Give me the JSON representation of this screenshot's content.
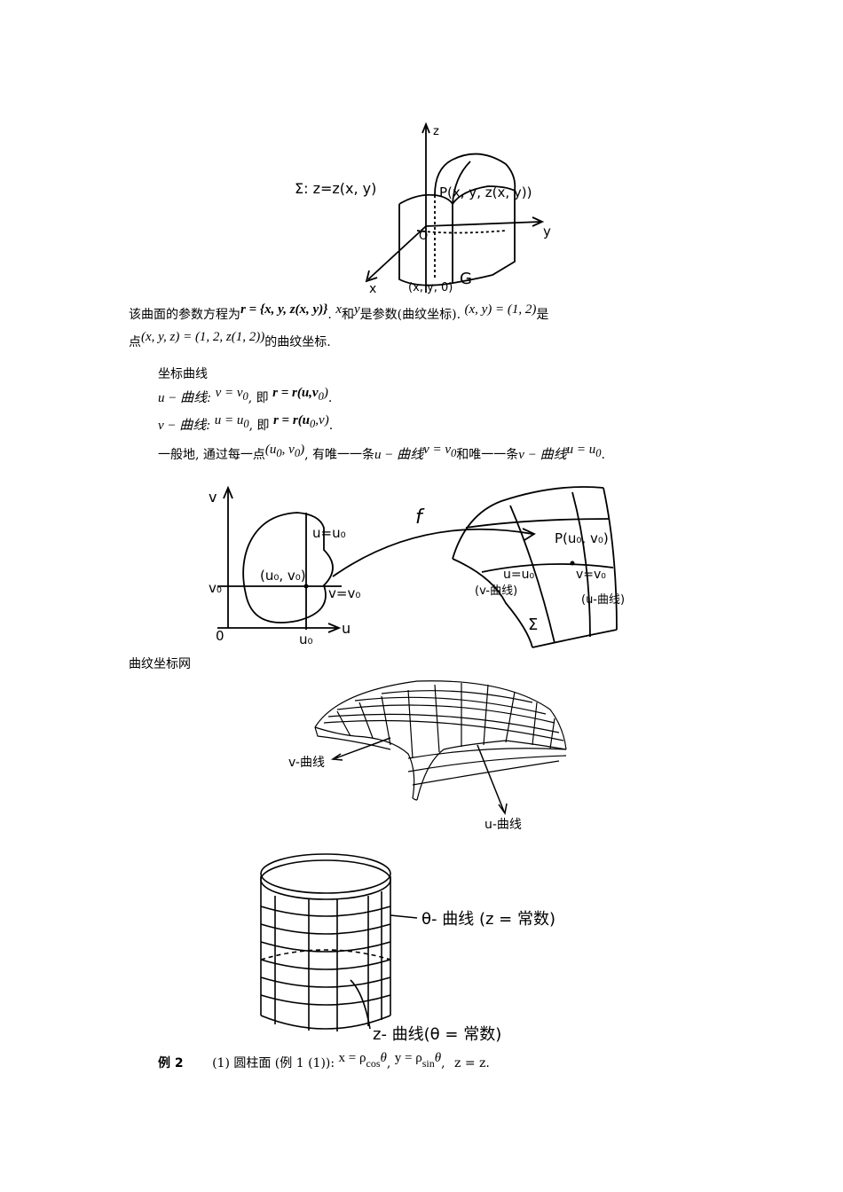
{
  "fig1": {
    "surface_label": "Σ:  z=z(x, y)",
    "point_label": "P(x, y, z(x, y))",
    "region_label": "G",
    "axis_z": "z",
    "axis_y": "y",
    "axis_x": "x",
    "origin": "O",
    "base_point": "(x, y, 0)"
  },
  "para1": {
    "line1_a": "该曲面的参数方程为",
    "line1_r": "r = {x, y, z(x, y)}",
    "line1_b": ".",
    "line1_x": "x",
    "line1_c": "和",
    "line1_y": "y",
    "line1_d": "是参数(曲纹坐标).",
    "line1_e": "(x, y) = (1, 2)",
    "line1_f": "是",
    "line2_a": "点",
    "line2_b": "(x, y, z) = (1, 2, z(1, 2))",
    "line2_c": "的曲纹坐标."
  },
  "coord": {
    "heading": "坐标曲线",
    "u_line_a": "u − 曲线:",
    "u_line_b": "v = v",
    "u_line_b_sub": "0",
    "u_line_c": ", 即",
    "u_line_d": "r = r(u,v",
    "u_line_d_sub": "0",
    "u_line_d_end": ")",
    "u_line_e": ".",
    "v_line_a": "v − 曲线:",
    "v_line_b": "u = u",
    "v_line_b_sub": "0",
    "v_line_c": ", 即",
    "v_line_d": "r = r(u",
    "v_line_d_sub": "0",
    "v_line_d_end": ",v)",
    "v_line_e": ".",
    "general_a": "一般地, 通过每一点",
    "general_b": "(u",
    "general_b_sub": "0",
    "general_b_mid": ", v",
    "general_b_sub2": "0",
    "general_b_end": ")",
    "general_c": ", 有唯一一条",
    "general_d": "u − 曲线",
    "general_e": "v = v",
    "general_e_sub": "0",
    "general_f": "和唯一一条",
    "general_g": "v − 曲线",
    "general_h": "u = u",
    "general_h_sub": "0",
    "general_i": "."
  },
  "fig2": {
    "axis_v": "v",
    "axis_u": "u",
    "origin": "0",
    "v0": "v₀",
    "u0": "u₀",
    "u_eq": "u=u₀",
    "v_eq": "v=v₀",
    "point": "(u₀, v₀)",
    "map": "f",
    "P": "P(u₀, v₀)",
    "r_u_eq": "u=u₀",
    "r_v_eq": "v=v₀",
    "v_curve": "(v-曲线)",
    "u_curve": "(u-曲线)",
    "sigma": "Σ"
  },
  "net_caption": "曲纹坐标网",
  "fig3": {
    "v_label": "v-曲线",
    "u_label": "u-曲线"
  },
  "fig4": {
    "theta_label": "θ- 曲线 (z = 常数)",
    "z_label": "z- 曲线(θ = 常数)"
  },
  "example": {
    "title": "例 2",
    "text_a": "(1) 圆柱面 (例 1 (1)):",
    "x_expr": "x = ρ",
    "cos": "cos",
    "theta1": "θ",
    "comma1": ",",
    "y_expr": "y = ρ",
    "sin": "sin",
    "theta2": "θ",
    "comma2": ",",
    "z_expr": "z = z."
  }
}
